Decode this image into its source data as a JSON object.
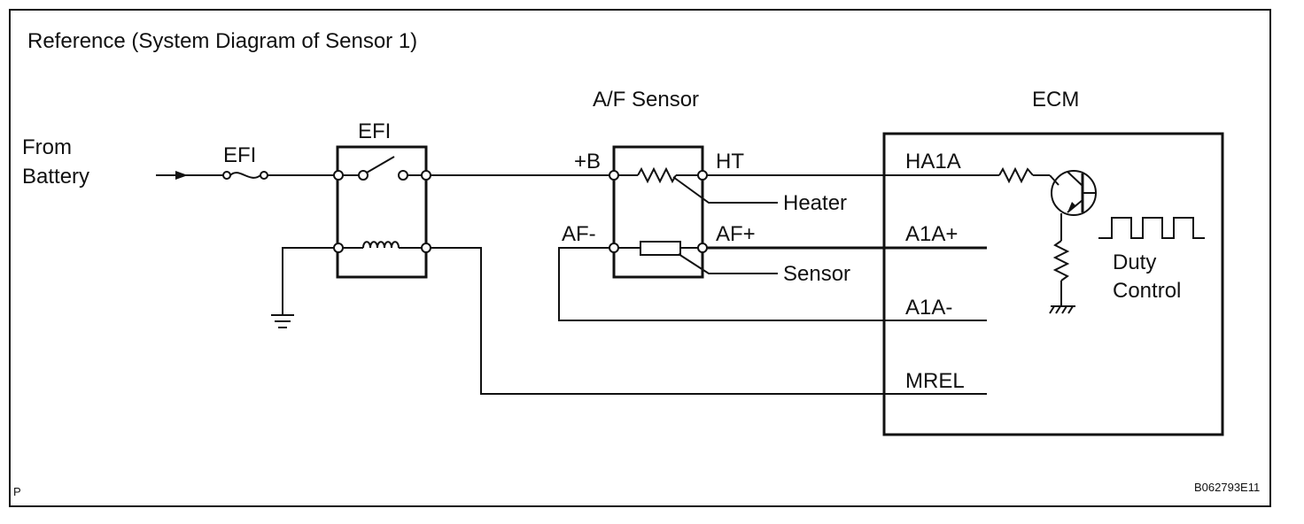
{
  "diagram": {
    "title": "Reference (System Diagram of Sensor 1)",
    "from_battery_line1": "From",
    "from_battery_line2": "Battery",
    "fuse_label": "EFI",
    "relay_label": "EFI",
    "af_sensor_label": "A/F Sensor",
    "ecm_label": "ECM",
    "pins": {
      "plus_b": "+B",
      "ht": "HT",
      "af_minus": "AF-",
      "af_plus": "AF+"
    },
    "heater_label": "Heater",
    "sensor_label": "Sensor",
    "ecm_terminals": {
      "ha1a": "HA1A",
      "a1a_plus": "A1A+",
      "a1a_minus": "A1A-",
      "mrel": "MREL"
    },
    "duty_control_line1": "Duty",
    "duty_control_line2": "Control",
    "corner_left": "P",
    "figure_code": "B062793E11"
  }
}
